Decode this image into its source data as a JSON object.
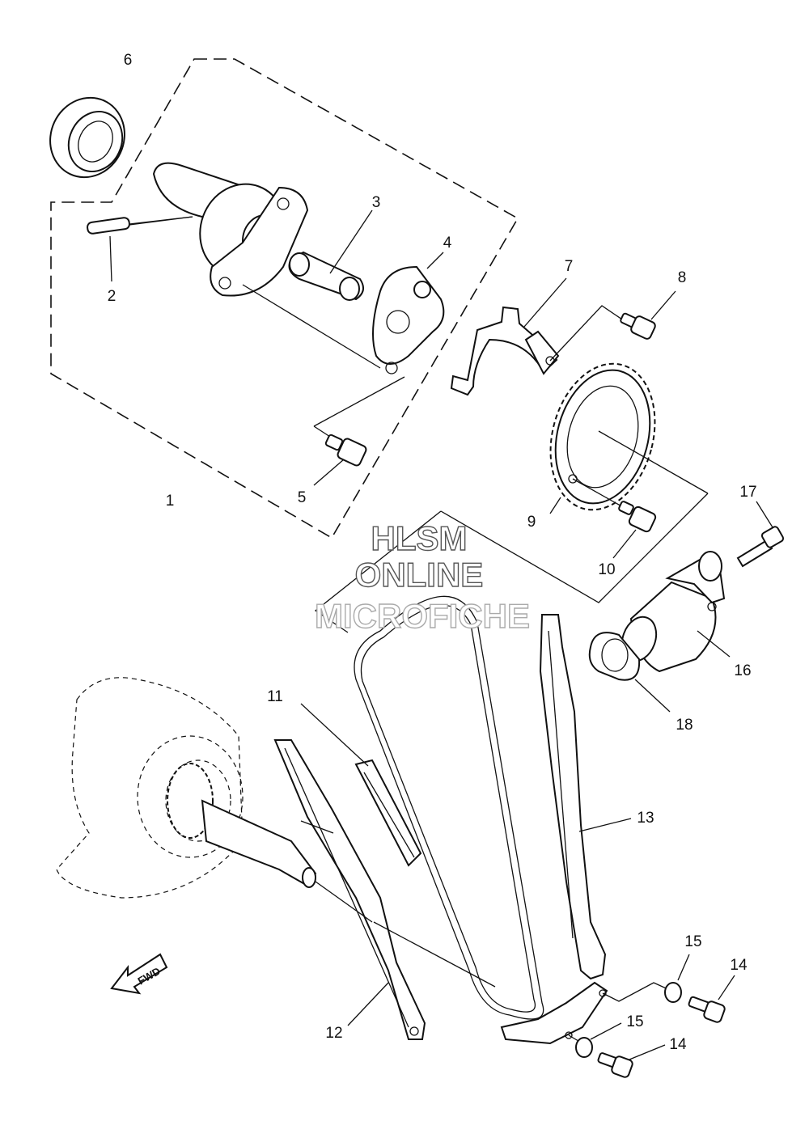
{
  "diagram": {
    "callouts": [
      "1",
      "2",
      "3",
      "4",
      "5",
      "6",
      "7",
      "8",
      "9",
      "10",
      "11",
      "12",
      "13",
      "14",
      "14",
      "15",
      "15",
      "16",
      "17",
      "18"
    ],
    "watermark": {
      "line1": "HLSM",
      "line2": "ONLINE",
      "line3": "MICROFICHE"
    },
    "fwd_label": "FWD"
  }
}
